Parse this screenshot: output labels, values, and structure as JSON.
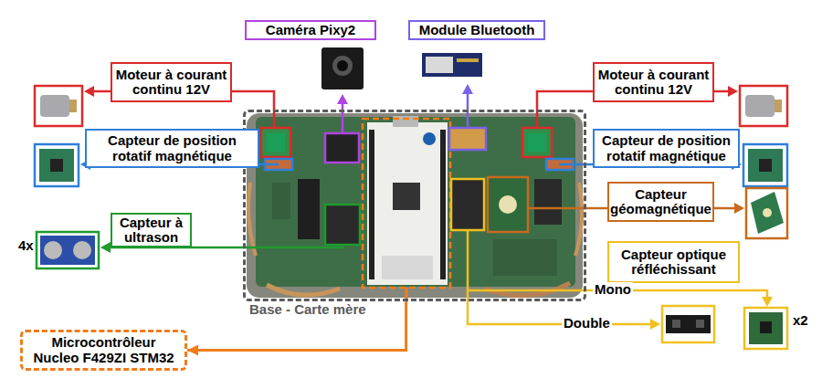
{
  "diagram": {
    "nodes": [
      {
        "text": [
          "Caméra Pixy2"
        ]
      },
      {
        "text": [
          "Module Bluetooth"
        ]
      },
      {
        "text": [
          "Moteur à courant continu 12V"
        ]
      },
      {
        "text": [
          "Moteur à courant continu 12V"
        ]
      },
      {
        "text": [
          "Capteur de position rotatif magnétique"
        ]
      },
      {
        "text": [
          "Capteur de position rotatif magnétique"
        ]
      },
      {
        "text": [
          "Base - Carte mère"
        ]
      },
      {
        "text": [
          "Capteur géomagnétique"
        ]
      },
      {
        "text": [
          "Capteur à ultrason"
        ]
      },
      {
        "text": [
          "Capteur optique réfléchissant"
        ]
      },
      {
        "text": [
          "Microcontrôleur Nucleo F429ZI STM32"
        ]
      }
    ],
    "edges": [
      {
        "from": 6,
        "to": 10,
        "arrow": "to"
      }
    ],
    "labels": [
      "4x",
      "Mono",
      "Double",
      "x2"
    ]
  }
}
